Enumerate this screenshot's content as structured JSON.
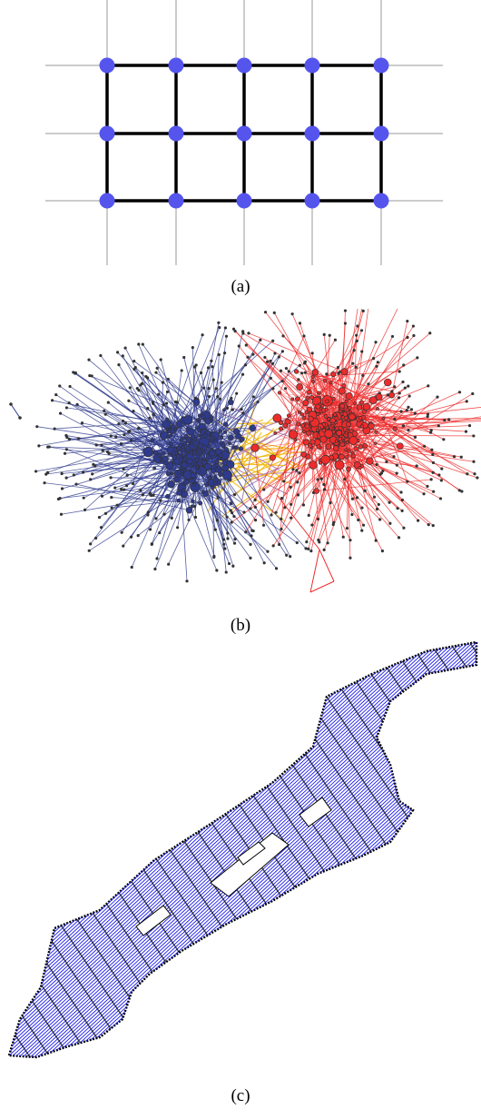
{
  "panels": [
    {
      "id": "a",
      "caption": "(a)",
      "kind": "grid-graph"
    },
    {
      "id": "b",
      "caption": "(b)",
      "kind": "polarized-network"
    },
    {
      "id": "c",
      "caption": "(c)",
      "kind": "street-network"
    }
  ],
  "grid_graph": {
    "rows": 3,
    "cols": 5,
    "node_color": "#5555ee",
    "edge_color": "#000000",
    "lattice_line_color": "#999999"
  },
  "network": {
    "community_colors": [
      "#2e3a8c",
      "#ee2b2b",
      "#f2b705",
      "#b07bb0"
    ],
    "node_outline_color": "#333333"
  },
  "street_network": {
    "edge_color": "#1a1aee",
    "node_color": "#000000"
  }
}
